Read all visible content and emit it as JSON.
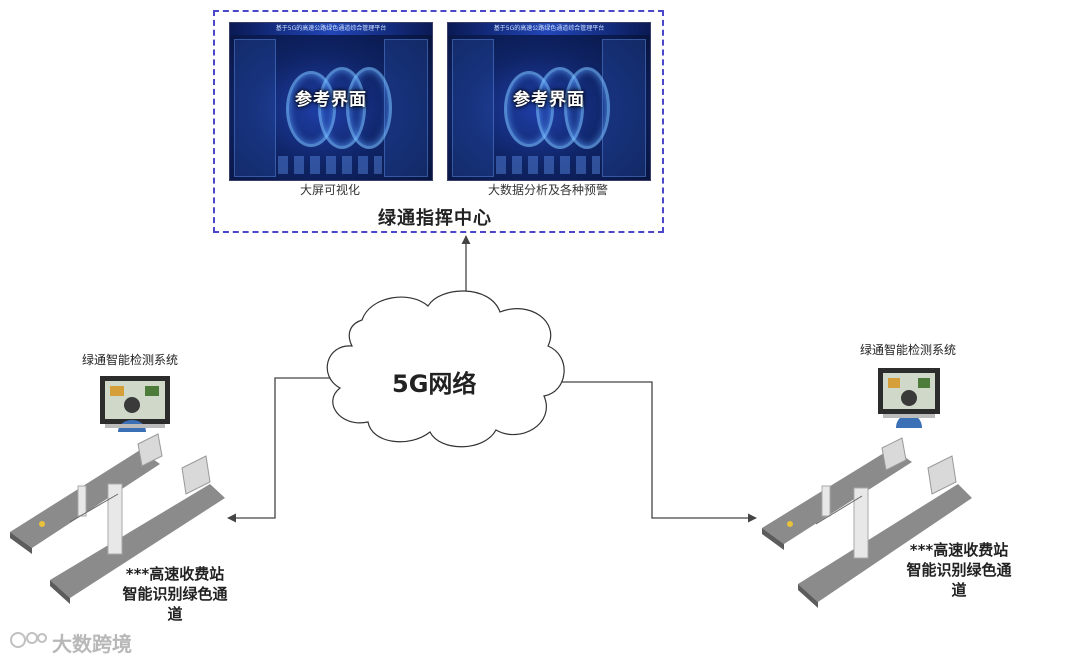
{
  "command_center": {
    "title": "绿通指挥中心",
    "screens": [
      {
        "header": "基于5G的高速公路绿色通道综合管理平台",
        "overlay": "参考界面",
        "caption": "大屏可视化"
      },
      {
        "header": "基于5G的高速公路绿色通道综合管理平台",
        "overlay": "参考界面",
        "caption": "大数据分析及各种预警"
      }
    ]
  },
  "network": {
    "label": "5G网络"
  },
  "stations": [
    {
      "system_title": "绿通智能检测系统",
      "label_line1": "***高速收费站",
      "label_line2": "智能识别绿色通",
      "label_line3": "道"
    },
    {
      "system_title": "绿通智能检测系统",
      "label_line1": "***高速收费站",
      "label_line2": "智能识别绿色通",
      "label_line3": "道"
    }
  ],
  "watermark": {
    "text": "大数跨境"
  },
  "colors": {
    "frame_dashed": "#4a47c8",
    "connector": "#444444",
    "screen_bg": "#0f2466"
  }
}
